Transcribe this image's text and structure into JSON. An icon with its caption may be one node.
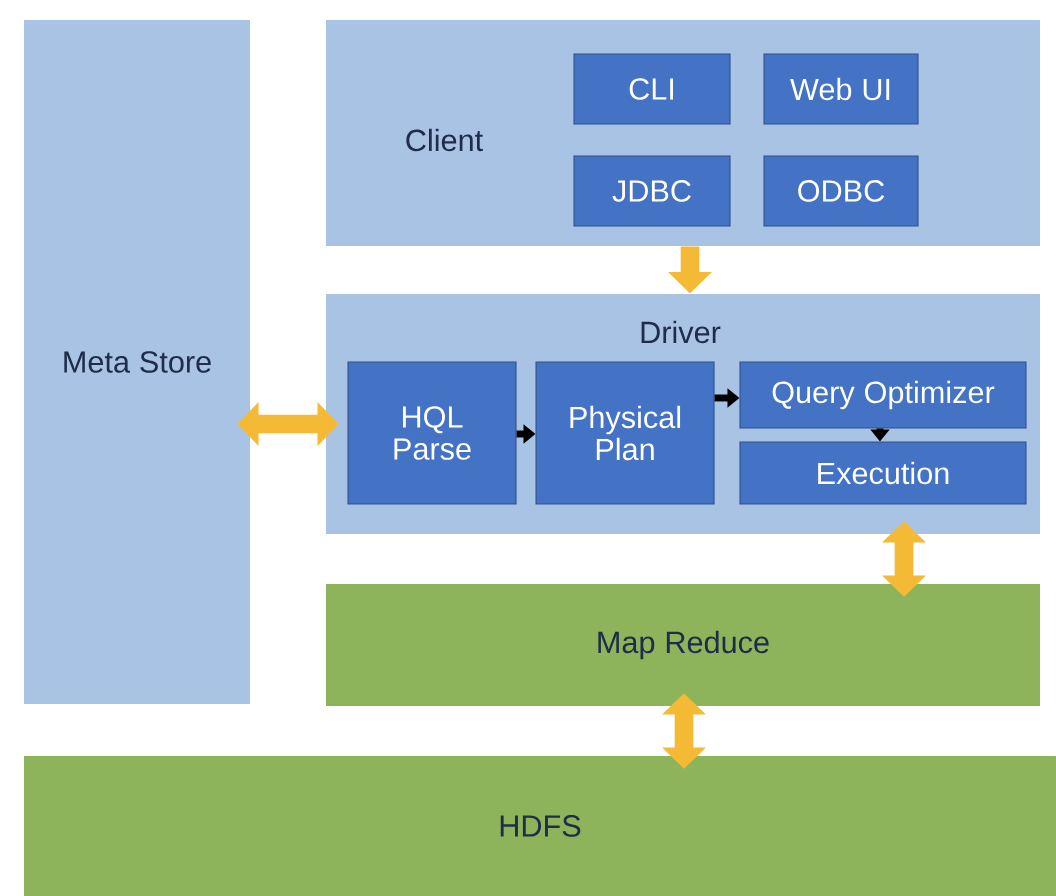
{
  "diagram": {
    "nodes": [
      {
        "text": [
          "Meta Store"
        ]
      },
      {
        "text": [
          "Client"
        ]
      },
      {
        "text": [
          "CLI"
        ],
        "in": 1
      },
      {
        "text": [
          "Web UI"
        ],
        "in": 1
      },
      {
        "text": [
          "JDBC"
        ],
        "in": 1
      },
      {
        "text": [
          "ODBC"
        ],
        "in": 1
      },
      {
        "text": [
          "Driver"
        ]
      },
      {
        "text": [
          "HQL Parse"
        ],
        "in": 6
      },
      {
        "text": [
          "Physical Plan"
        ],
        "in": 6
      },
      {
        "text": [
          "Query Optimizer"
        ],
        "in": 6
      },
      {
        "text": [
          "Execution"
        ],
        "in": 6
      },
      {
        "text": [
          "Map Reduce"
        ]
      },
      {
        "text": [
          "HDFS"
        ]
      }
    ],
    "edges": [
      {
        "from": 1,
        "to": 6,
        "arrow": "to"
      },
      {
        "from": 0,
        "to": 6,
        "arrow": "both"
      },
      {
        "from": 7,
        "to": 8,
        "arrow": "to",
        "color": "#000000"
      },
      {
        "from": 8,
        "to": 9,
        "arrow": "to",
        "color": "#000000"
      },
      {
        "from": 9,
        "to": 10,
        "arrow": "to",
        "color": "#000000"
      },
      {
        "from": 6,
        "to": 11,
        "arrow": "both"
      },
      {
        "from": 11,
        "to": 12,
        "arrow": "both"
      }
    ]
  }
}
